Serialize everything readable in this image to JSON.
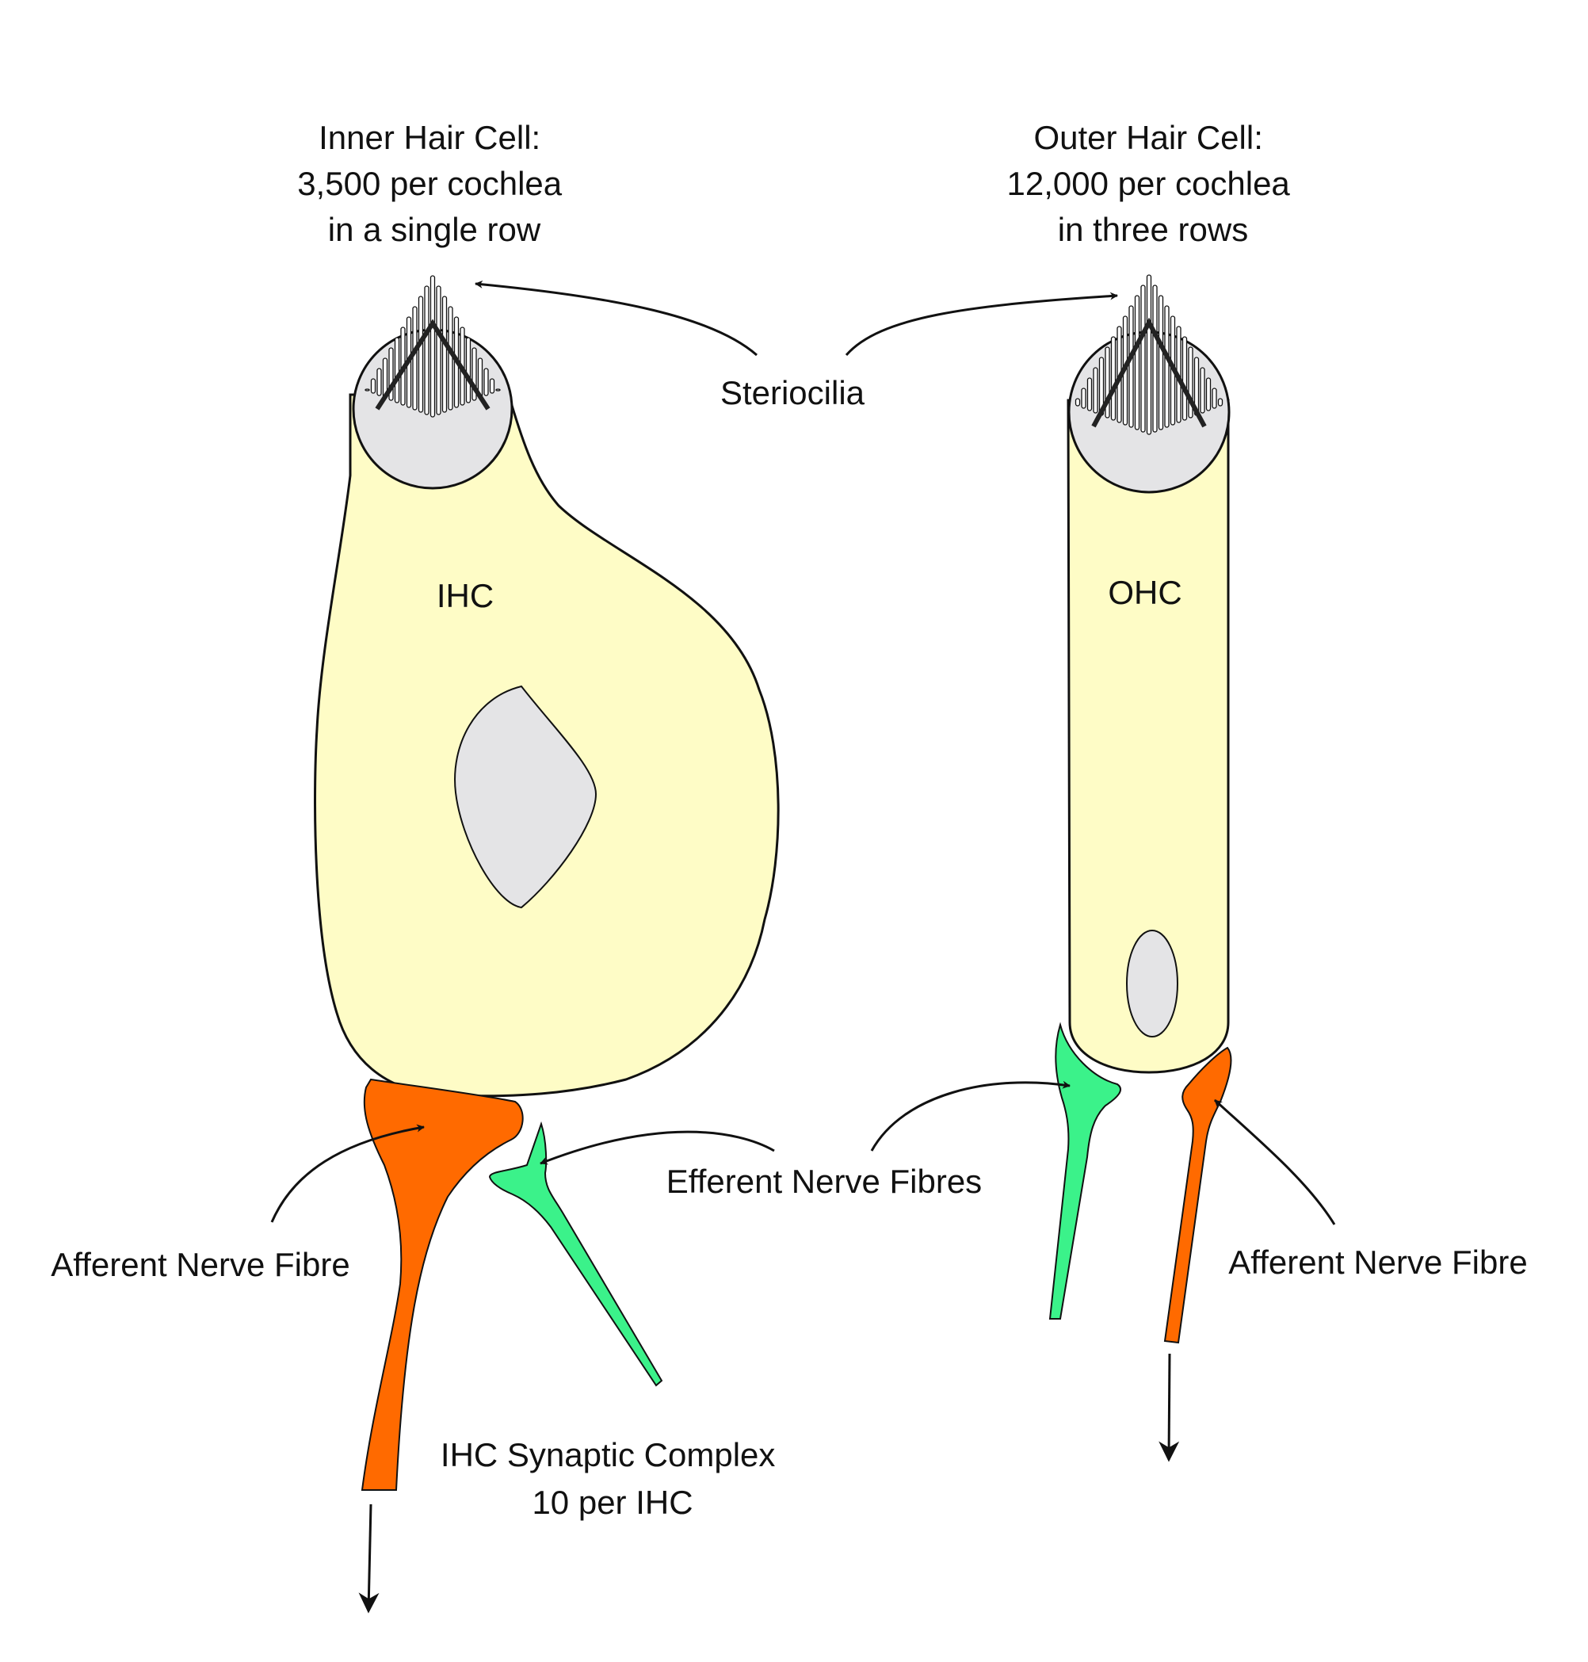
{
  "labels": {
    "ihc_title": [
      "Inner Hair Cell:",
      "3,500 per cochlea",
      "in a single row"
    ],
    "ohc_title": [
      "Outer Hair Cell:",
      "12,000 per cochlea",
      "in three rows"
    ],
    "steriocilia": "Steriocilia",
    "ihc": "IHC",
    "ohc": "OHC",
    "efferent": "Efferent Nerve Fibres",
    "afferent_left": "Afferent Nerve Fibre",
    "afferent_right": "Afferent Nerve Fibre",
    "synaptic": [
      "IHC Synaptic Complex",
      "10 per IHC"
    ]
  },
  "colors": {
    "cell_body": "#fefcc6",
    "head": "#e4e4e6",
    "nucleus": "#e4e4e6",
    "afferent": "#ff6a00",
    "efferent": "#3bf28a",
    "outline": "#111111"
  }
}
